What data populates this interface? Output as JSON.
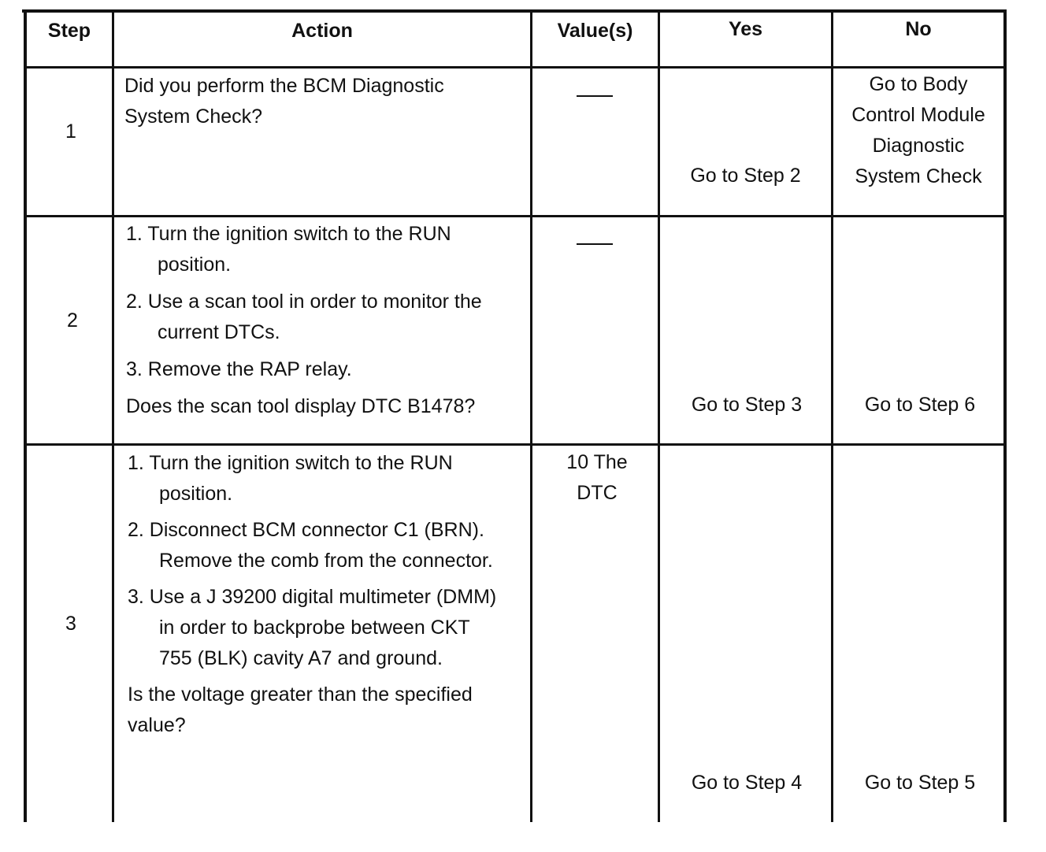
{
  "table": {
    "headers": {
      "step": "Step",
      "action": "Action",
      "values": "Value(s)",
      "yes": "Yes",
      "no": "No"
    },
    "rows": [
      {
        "step": "1",
        "action_intro": "Did you perform the BCM Diagnostic System Check?",
        "value": "—",
        "yes": "Go to Step 2",
        "no": "Go to Body Control Module Diagnostic System Check"
      },
      {
        "step": "2",
        "items": [
          "1. Turn the ignition switch to the RUN position.",
          "2. Use a scan tool in order to monitor the current DTCs.",
          "3. Remove the RAP relay."
        ],
        "question": "Does the scan tool display DTC B1478?",
        "value": "—",
        "yes": "Go to Step 3",
        "no": "Go to Step 6"
      },
      {
        "step": "3",
        "items": [
          "1. Turn the ignition switch to the RUN position.",
          "2. Disconnect BCM connector C1 (BRN). Remove the comb from the connector.",
          "3. Use a J 39200 digital multimeter (DMM) in order to backprobe between CKT 755 (BLK) cavity A7 and ground."
        ],
        "question": "Is the voltage greater than the specified value?",
        "value": "10 The DTC",
        "yes": "Go to Step 4",
        "no": "Go to Step 5"
      }
    ]
  }
}
